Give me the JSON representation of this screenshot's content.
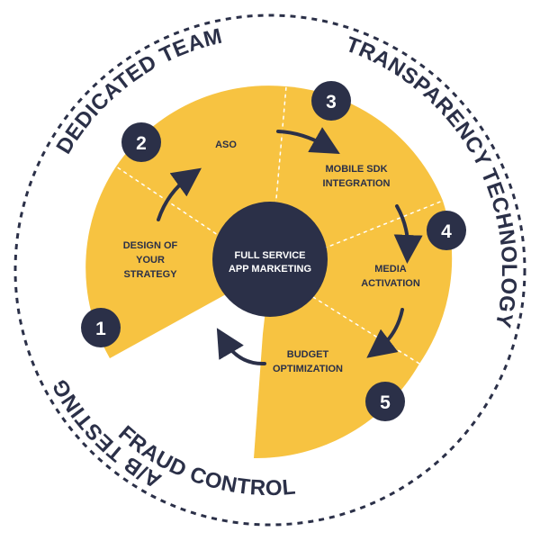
{
  "colors": {
    "accent": "#f7c341",
    "dark": "#2b3048",
    "background": "#ffffff"
  },
  "center": {
    "line1": "FULL SERVICE",
    "line2": "APP MARKETING"
  },
  "ring_words": {
    "dedicated_team": "DEDICATED TEAM",
    "transparency": "TRANSPARENCY",
    "technology": "TECHNOLOGY",
    "fraud_control": "FRAUD CONTROL",
    "ab_testing": "A/B TESTING"
  },
  "steps": [
    {
      "number": "1",
      "line1": "DESIGN OF",
      "line2": "YOUR",
      "line3": "STRATEGY"
    },
    {
      "number": "2",
      "line1": "ASO",
      "line2": "",
      "line3": ""
    },
    {
      "number": "3",
      "line1": "MOBILE SDK",
      "line2": "INTEGRATION",
      "line3": ""
    },
    {
      "number": "4",
      "line1": "MEDIA",
      "line2": "ACTIVATION",
      "line3": ""
    },
    {
      "number": "5",
      "line1": "BUDGET",
      "line2": "OPTIMIZATION",
      "line3": ""
    }
  ]
}
